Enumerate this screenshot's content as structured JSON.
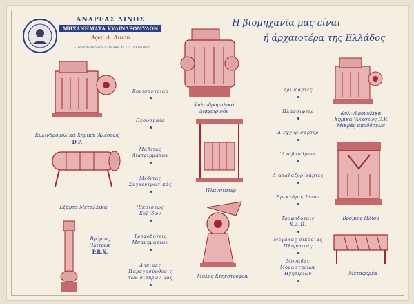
{
  "header": {
    "company_name": "ΑΝΔΡΕΑΣ ΛΙΝΟΣ",
    "company_line": "ΜΗΧΑΝΗΜΑΤΑ ΚΥΛΙΝΔΡΟΜΥΛΩΝ",
    "sons": "Αφοί Δ. Λινού",
    "address": "Δ. ΜΟΥΤΣΟΠΟΥΛΟΥ 7 - ΤΗΛΕΦ. 41.127 - ΠΕΙΡΑΙΕΥΣ",
    "headline_1": "Η βιομηχανία μας είναι",
    "headline_2": "ή άρχαιοτέρα της Ελλάδος"
  },
  "captions": {
    "machine_1": [
      "Κυλινδρομυλικά Χημικά 'Αλέσεως",
      "D.P."
    ],
    "machine_2": [
      "Κυλινδρομυλικό Διαχειρινόν"
    ],
    "machine_3": [
      "Κυλινδρομυλικά",
      "Χημικά 'Αλέσεως D.P.",
      "Μικράς άποδόσεως"
    ],
    "machine_4": [
      "Εξάρτα Μεταλλικά"
    ],
    "machine_5": [
      "Πλάνσιφτερ"
    ],
    "machine_6": [
      "Βρόμιος Πλίου"
    ],
    "machine_7": [
      "Βρόμιος",
      "Πλίτρων",
      "P.R.X."
    ],
    "machine_8": [
      "Μύλος Κτηνοτροφών"
    ],
    "machine_9": [
      "Μεταφορέα"
    ]
  },
  "list_middle": [
    [
      "Κονισαντοιαρ"
    ],
    [
      "Πεσοσμαία"
    ],
    [
      "Μάδιτας",
      "Διατριμμάτων"
    ],
    [
      "Μέδιτας",
      "Συγκεντρωτικάς"
    ],
    [
      "'Εκσίσεως",
      "Κολίδων"
    ],
    [
      "Τροφοδότεις",
      "Μπανηματιών"
    ],
    [
      "Δοκιμάς",
      "Παραγοσύνθεσις",
      "τών σιδηρών μας"
    ]
  ],
  "list_right": [
    [
      "Τριγράρτες"
    ],
    [
      "Πλανσιφτερ"
    ],
    [
      "Διεγχυρισάρτερ"
    ],
    [
      "'Αναβασάρτες"
    ],
    [
      "Διαταλαζορισάρτες"
    ],
    [
      "Βρεκτάρις Σίτου"
    ],
    [
      "Τροφοδοταις",
      "Χ.Δ.Π."
    ],
    [
      "Μεγάλας σίκοσιας",
      "Πληρηστάς"
    ],
    [
      "Μονάδας",
      "Μοναστηρίων",
      "Ηχητιρίων"
    ]
  ]
}
